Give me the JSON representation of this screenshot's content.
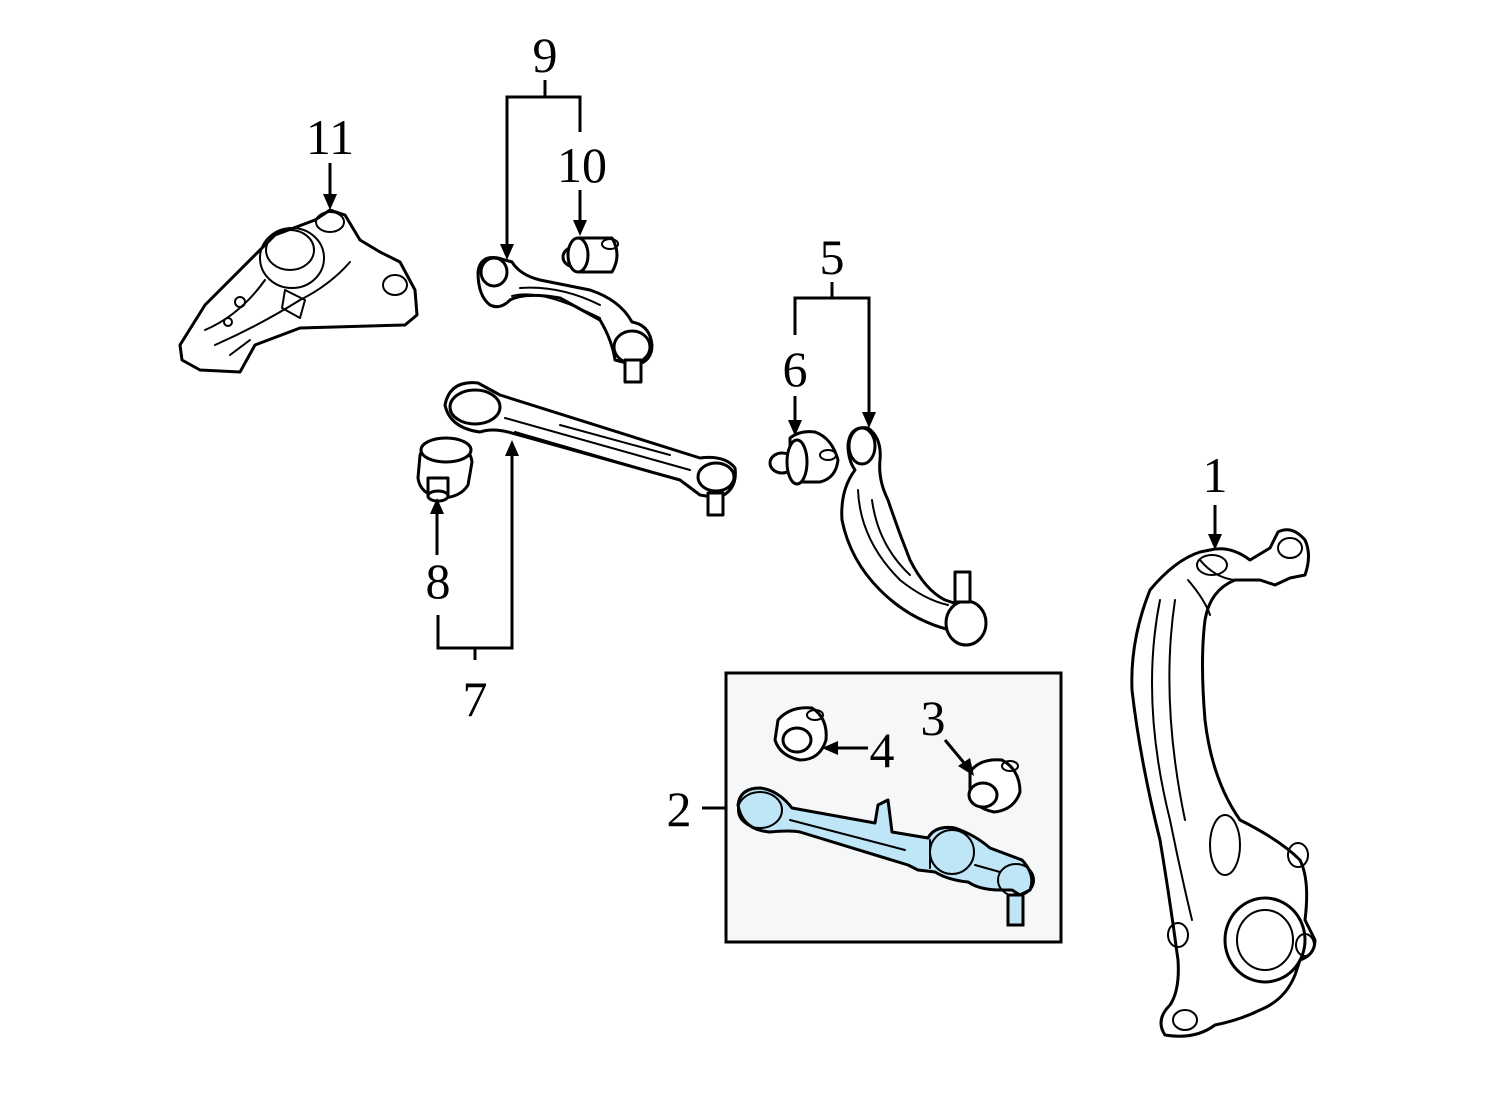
{
  "callouts": {
    "c1": "1",
    "c2": "2",
    "c3": "3",
    "c4": "4",
    "c5": "5",
    "c6": "6",
    "c7": "7",
    "c8": "8",
    "c9": "9",
    "c10": "10",
    "c11": "11"
  },
  "colors": {
    "highlight": "#bfe6f7",
    "inset_background": "#f5f7f9",
    "line": "#000000"
  }
}
